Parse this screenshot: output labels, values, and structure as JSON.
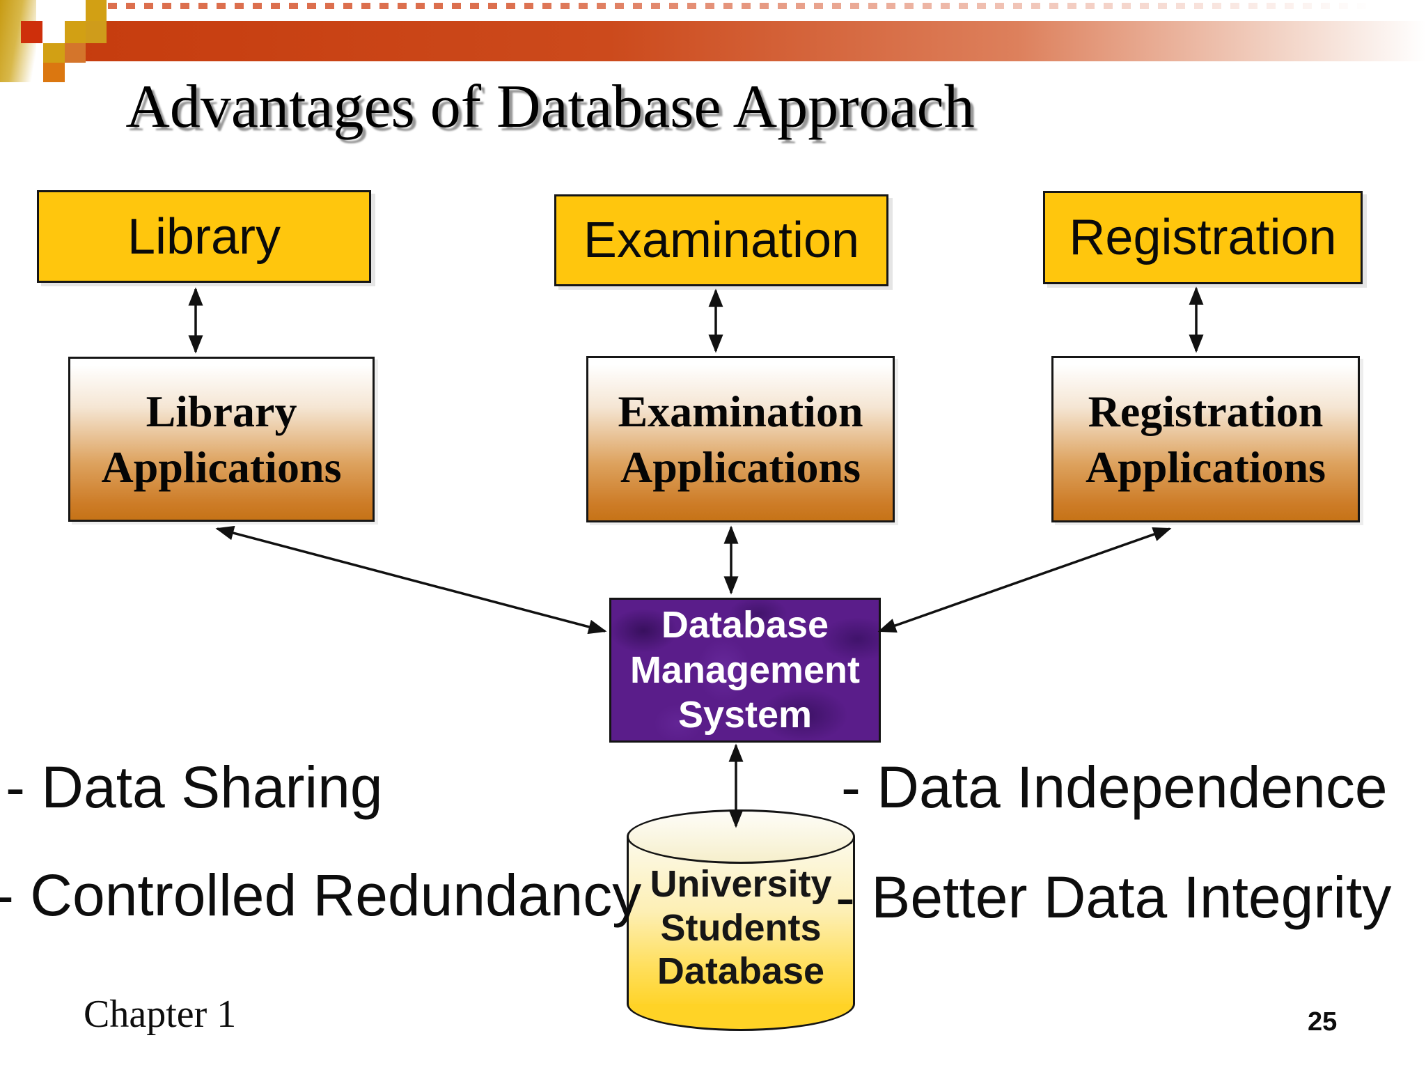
{
  "slide": {
    "title": "Advantages of Database Approach",
    "diagram": {
      "systems": [
        {
          "label": "Library"
        },
        {
          "label": "Examination"
        },
        {
          "label": "Registration"
        }
      ],
      "applications": [
        {
          "lines": [
            "Library",
            "Applications"
          ]
        },
        {
          "lines": [
            "Examination",
            "Applications"
          ]
        },
        {
          "lines": [
            "Registration",
            "Applications"
          ]
        }
      ],
      "dbms": {
        "lines": [
          "Database",
          "Management",
          "System"
        ]
      },
      "database_cylinder": {
        "lines": [
          "University",
          "Students",
          "Database"
        ]
      },
      "advantages": {
        "data_sharing": "- Data Sharing",
        "data_independence": "- Data Independence",
        "controlled_redundancy": "- Controlled Redundancy",
        "better_data_integrity": "- Better Data Integrity"
      }
    },
    "footer": {
      "chapter_label": "Chapter 1",
      "page_number": "25"
    },
    "colors": {
      "system_box_fill": "#FFC60D",
      "application_gradient_bottom": "#CD7C27",
      "dbms_fill": "#5A1D8A",
      "cylinder_fill": "#FFD42B",
      "top_bar_accent": "#C63C0E"
    }
  }
}
